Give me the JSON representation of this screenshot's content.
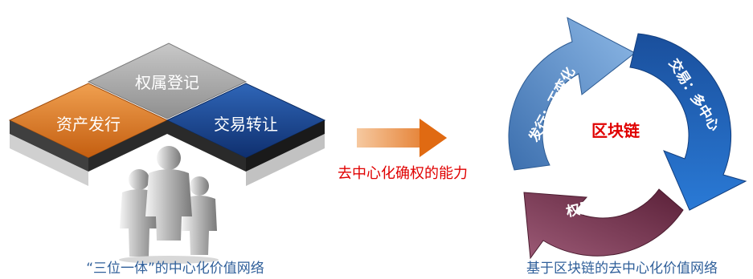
{
  "left_diagram": {
    "tiles": {
      "top": "权属登记",
      "left": "资产发行",
      "right": "交易转让"
    },
    "caption": "“三位一体”的中心化价值网络"
  },
  "middle": {
    "label": "去中心化确权的能力"
  },
  "right_diagram": {
    "center": "区块链",
    "segments": {
      "issue": "发行：无变化",
      "trade": "交易：多中心",
      "ownership": "权属：去中心"
    },
    "caption": "基于区块链的去中心化价值网络"
  },
  "colors": {
    "tile_top": "#9c9c9c",
    "tile_left": "#d9741e",
    "tile_right": "#1c4a94",
    "arc_issue": "#4f87c2",
    "arc_trade": "#1e63b8",
    "arc_ownership": "#7a3550",
    "arrow": "#e06a12",
    "accent_red": "#e00000",
    "caption_blue": "#2f5f9a"
  }
}
